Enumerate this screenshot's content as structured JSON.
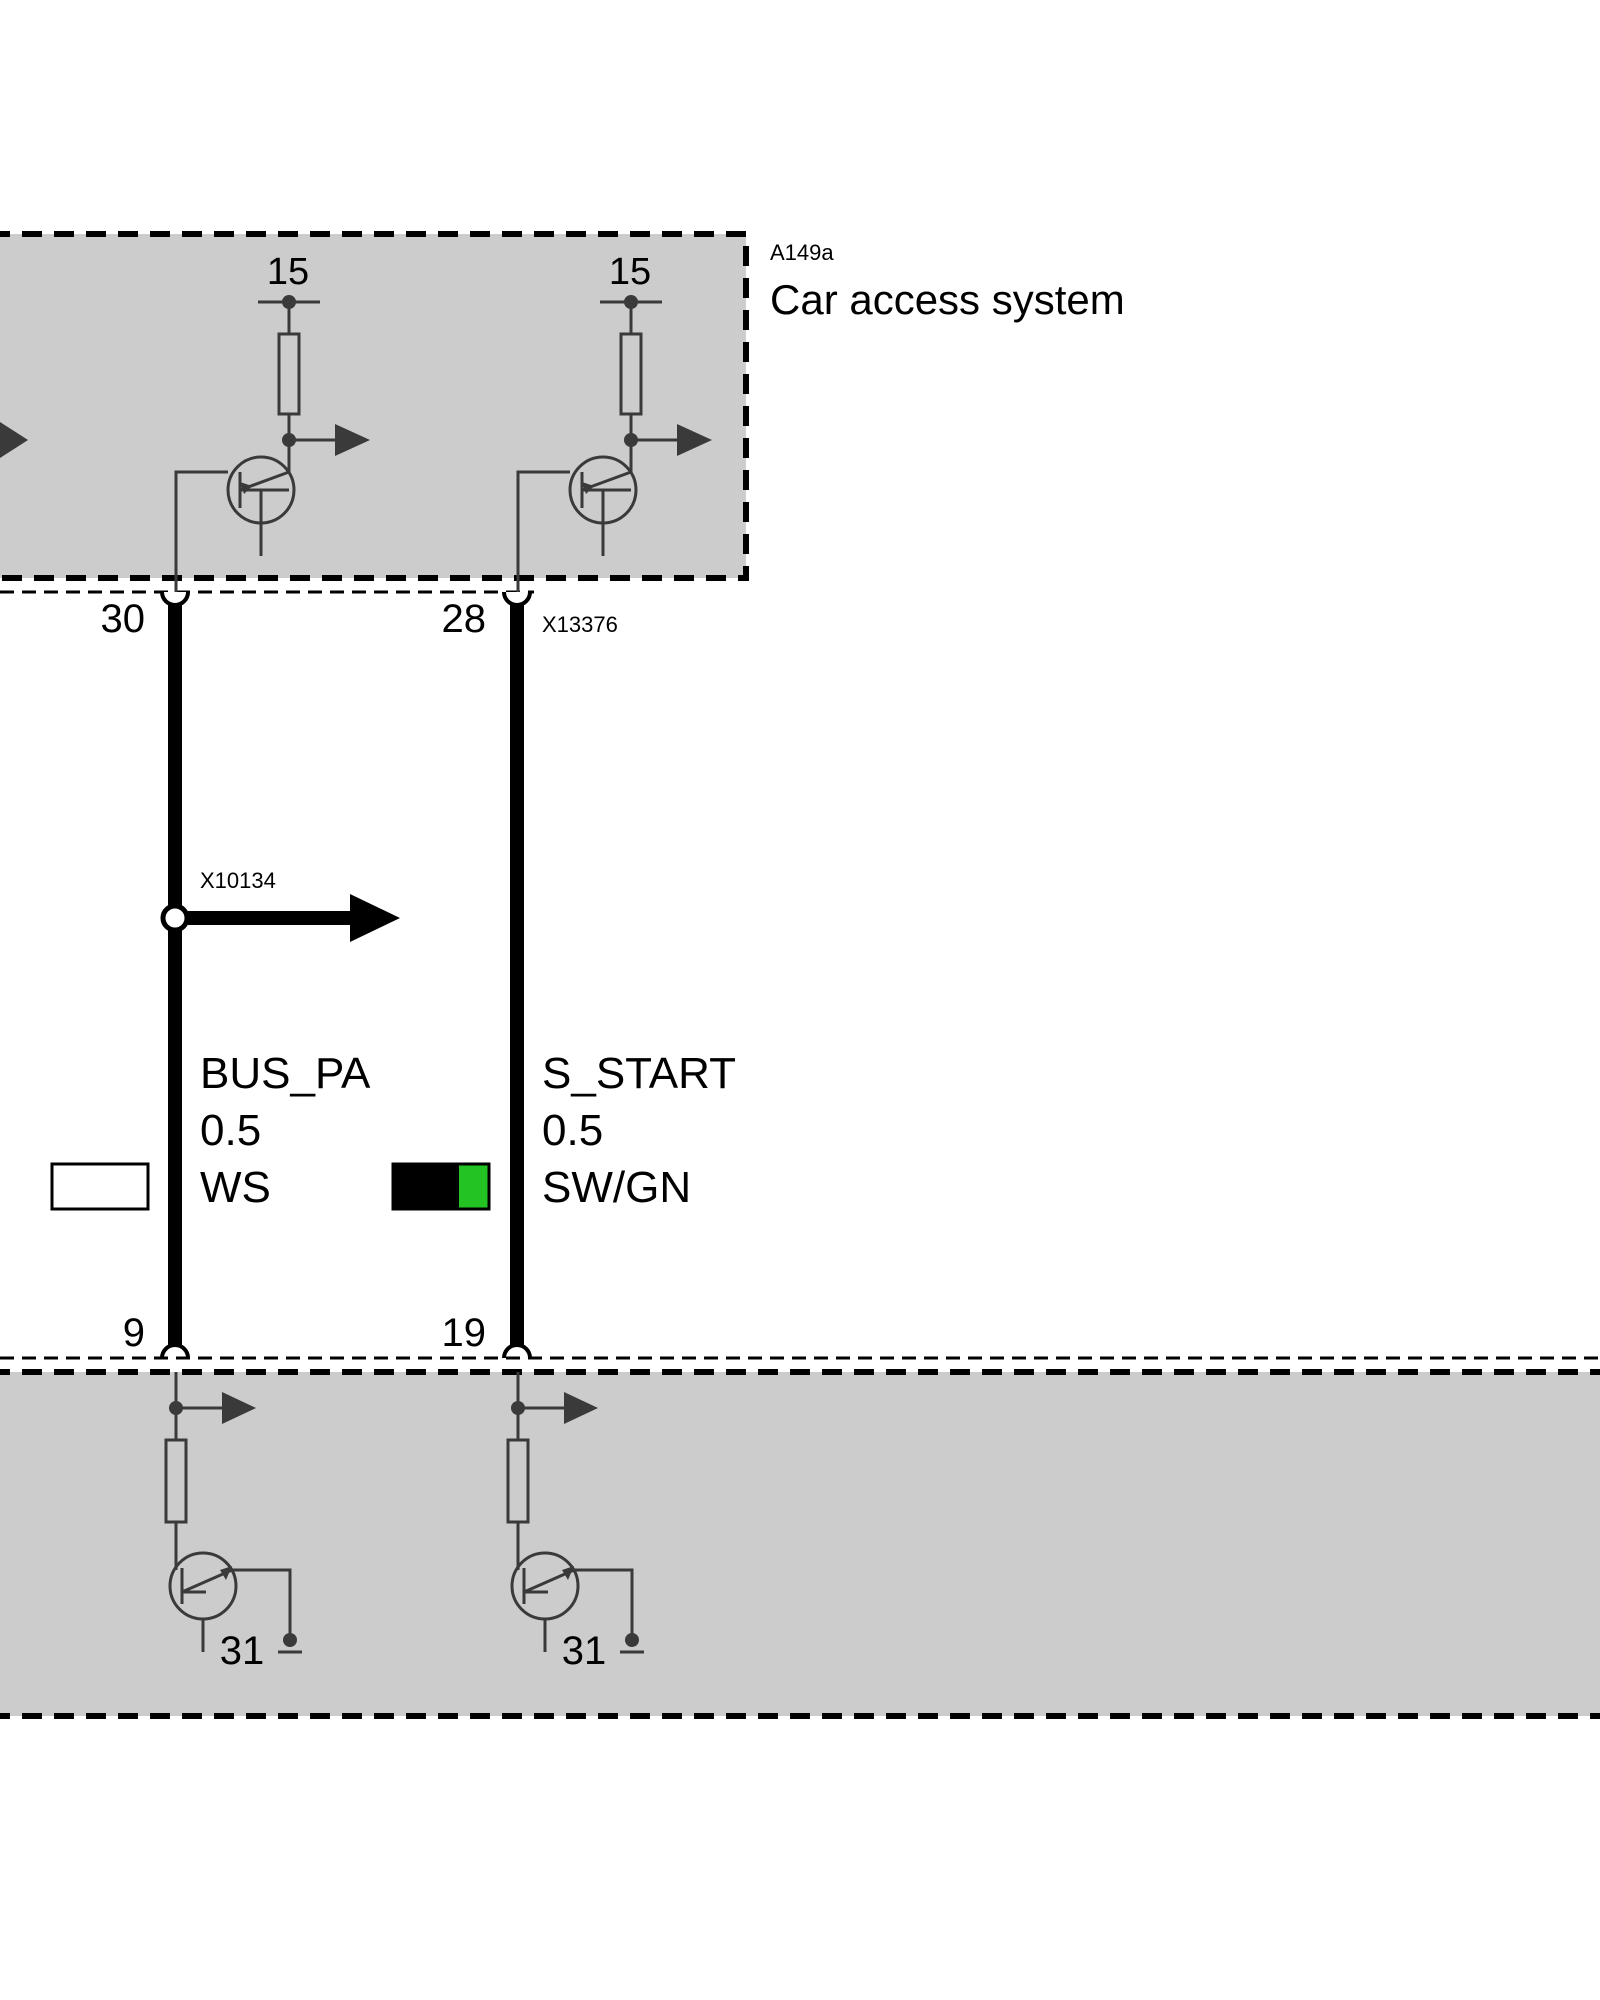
{
  "module_top": {
    "ref": "A149a",
    "name": "Car access system",
    "supply_labels": [
      "15",
      "15"
    ]
  },
  "module_bottom": {
    "ground_labels": [
      "31",
      "31"
    ]
  },
  "connector_top": "X13376",
  "splice": "X10134",
  "wires": [
    {
      "pin_top": "30",
      "pin_bottom": "9",
      "signal": "BUS_PA",
      "gauge": "0.5",
      "color_code": "WS",
      "swatch_colors": [
        "#ffffff"
      ]
    },
    {
      "pin_top": "28",
      "pin_bottom": "19",
      "signal": "S_START",
      "gauge": "0.5",
      "color_code": "SW/GN",
      "swatch_colors": [
        "#000000",
        "#22c322"
      ]
    }
  ],
  "colors": {
    "module_fill": "#cccccc",
    "symbol_stroke": "#3a3a3a",
    "wire": "#000000"
  }
}
